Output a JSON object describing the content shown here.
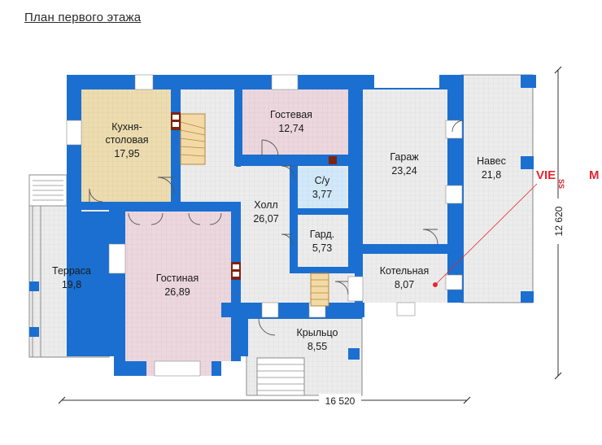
{
  "title": "План первого этажа",
  "rooms": [
    {
      "name": "Кухня-",
      "name2": "столовая",
      "area": "17,95"
    },
    {
      "name": "Гостевая",
      "area": "12,74"
    },
    {
      "name": "С/у",
      "area": "3,77"
    },
    {
      "name": "Холл",
      "area": "26,07"
    },
    {
      "name": "Гард.",
      "area": "5,73"
    },
    {
      "name": "Гараж",
      "area": "23,24"
    },
    {
      "name": "Навес",
      "area": "21,8"
    },
    {
      "name": "Котельная",
      "area": "8,07"
    },
    {
      "name": "Терраса",
      "area": "19,8"
    },
    {
      "name": "Гостиная",
      "area": "26,89"
    },
    {
      "name": "Крыльцо",
      "area": "8,55"
    }
  ],
  "dimensions": {
    "width": "16 520",
    "height": "12 620"
  },
  "logo": {
    "text_vie": "VIE",
    "text_ss": "SS",
    "text_m": "M"
  },
  "colors": {
    "wall": "#1b6fd0",
    "floor": "#e9eaea",
    "kitchen": "#ecdcb0",
    "guest": "#ecd7de",
    "bath": "#cfe6f8",
    "accent": "#e5262d"
  }
}
